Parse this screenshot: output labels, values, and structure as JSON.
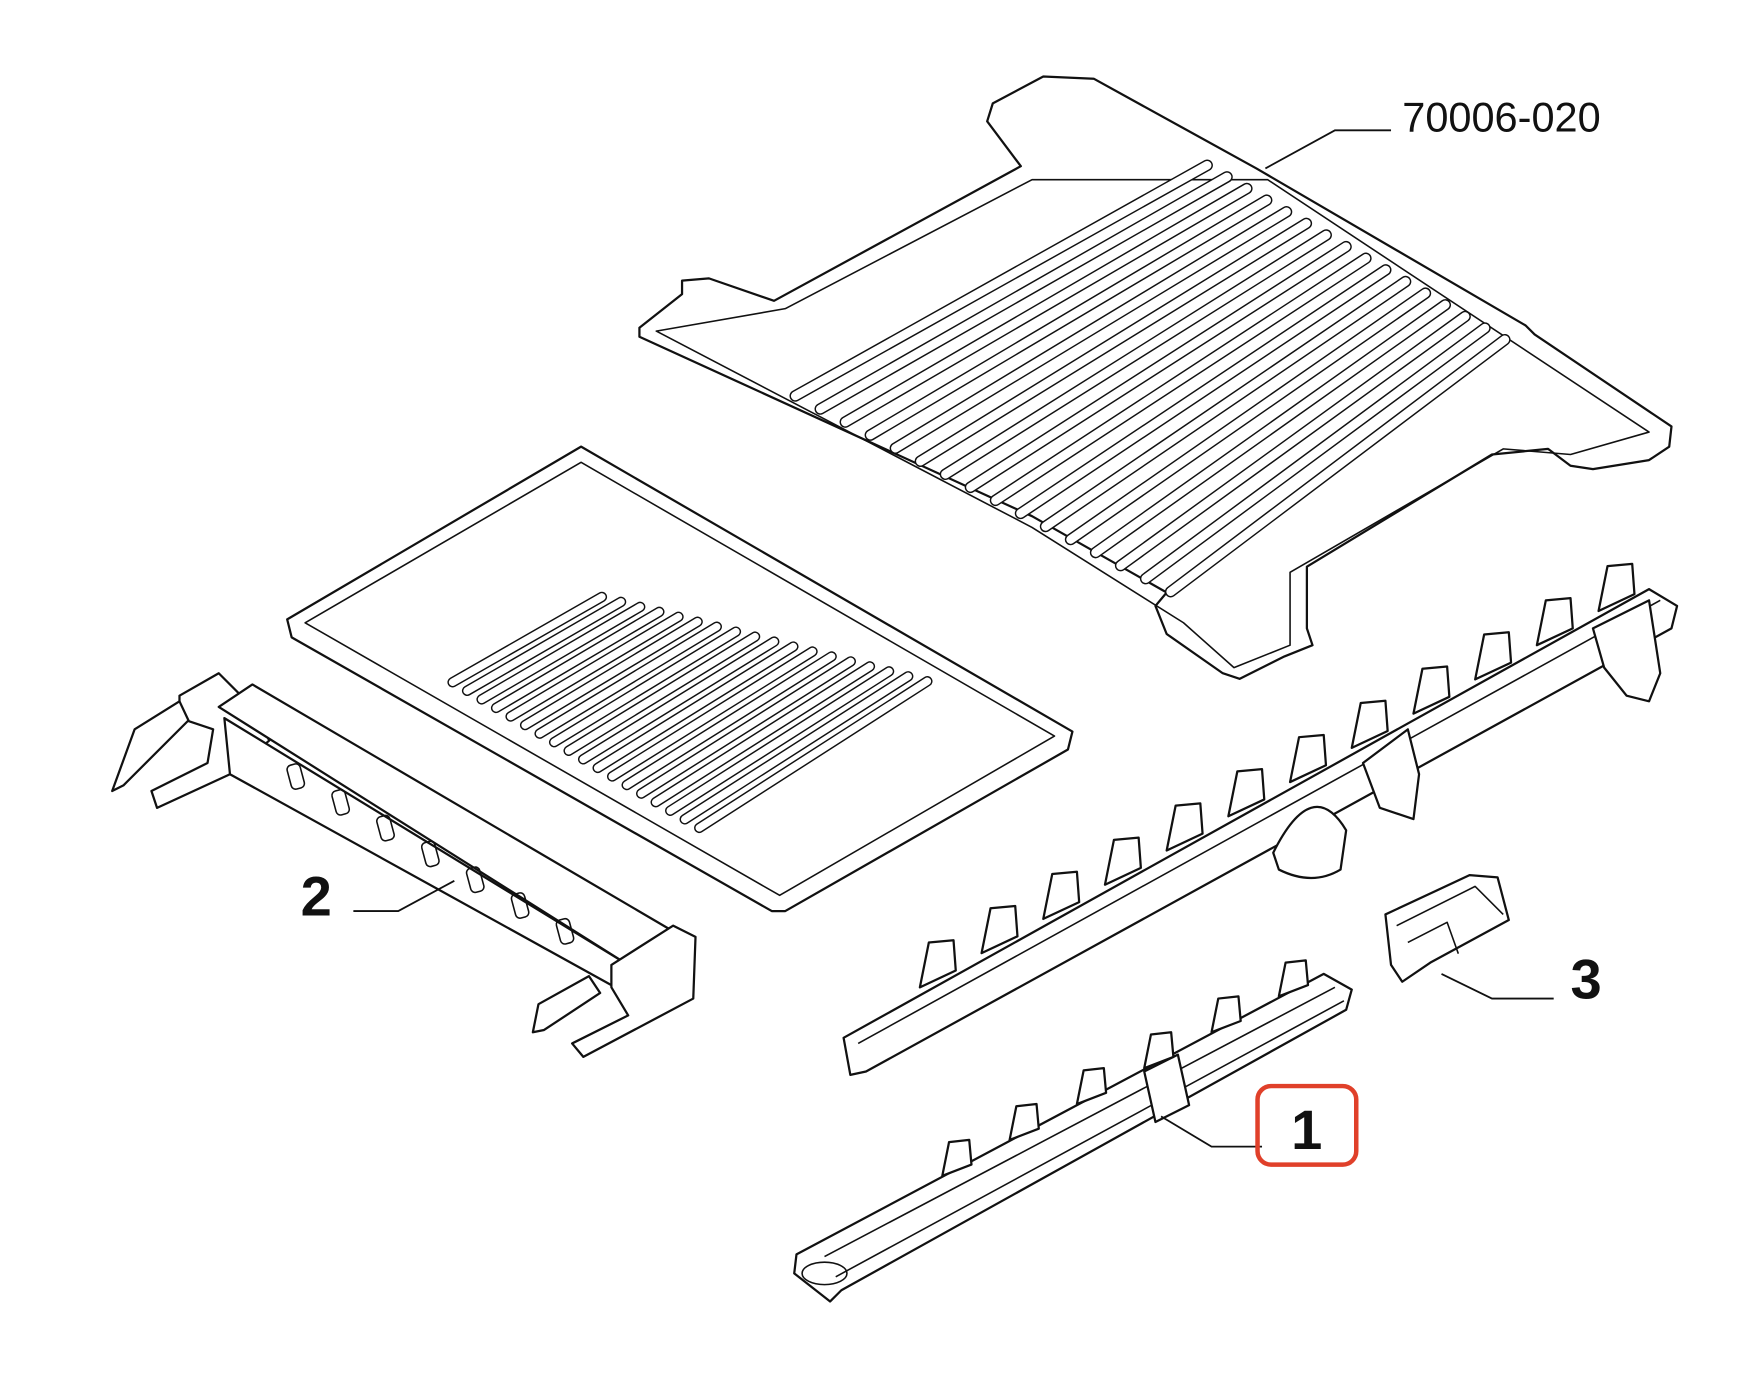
{
  "diagram": {
    "labels": {
      "floor_panel_code": "70006-020",
      "item_1": "1",
      "item_2": "2",
      "item_3": "3"
    },
    "highlight": {
      "item": "1",
      "color": "#e0402a"
    }
  }
}
